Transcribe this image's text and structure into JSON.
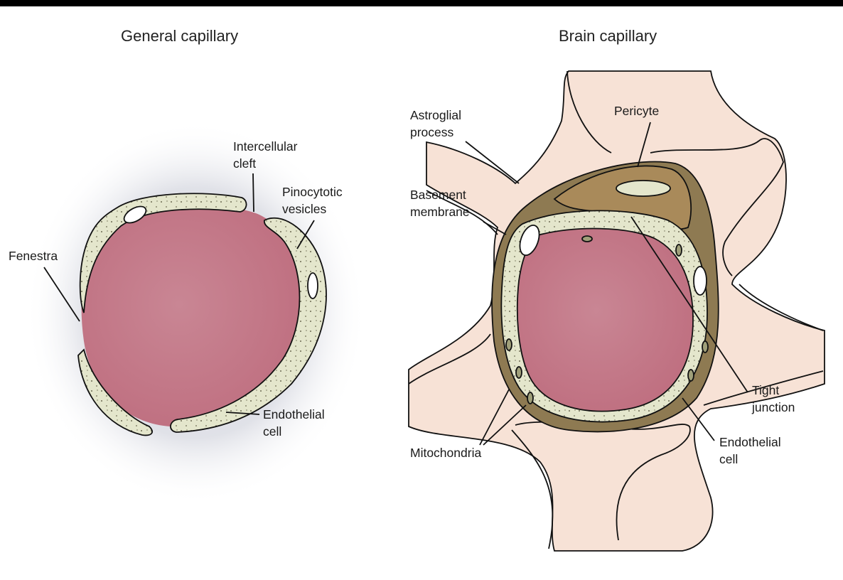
{
  "panels": {
    "general": {
      "title": "General capillary",
      "labels": {
        "intercellular_cleft_1": "Intercellular",
        "intercellular_cleft_2": "cleft",
        "pinocytotic_1": "Pinocytotic",
        "pinocytotic_2": "vesicles",
        "fenestra": "Fenestra",
        "endothelial_1": "Endothelial",
        "endothelial_2": "cell"
      }
    },
    "brain": {
      "title": "Brain capillary",
      "labels": {
        "astroglial_1": "Astroglial",
        "astroglial_2": "process",
        "pericyte": "Pericyte",
        "basement_1": "Basement",
        "basement_2": "membrane",
        "tight_1": "Tight",
        "tight_2": "junction",
        "mitochondria": "Mitochondria",
        "endothelial_1": "Endothelial",
        "endothelial_2": "cell"
      }
    }
  },
  "colors": {
    "lumen": "#c97c8a",
    "endothelium": "#e4e6cc",
    "astroglia": "#f7e2d6",
    "pericyte": "#a98a5a",
    "basement": "#8e7a52",
    "halo": "#c9cbd6"
  }
}
